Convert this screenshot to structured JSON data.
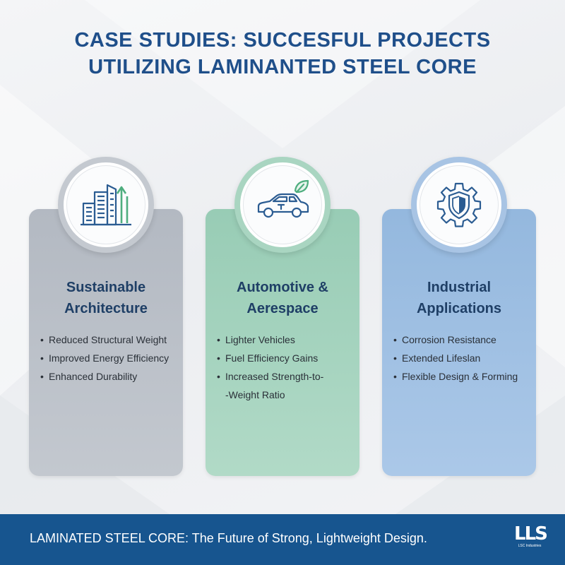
{
  "title": {
    "line1": "CASE STUDIES: SUCCESFUL PROJECTS",
    "line2": "UTILIZING LAMINANTED STEEL CORE"
  },
  "cards": [
    {
      "icon": "building-growth-icon",
      "title_line1": "Sustainable",
      "title_line2": "Architecture",
      "bullets": [
        "Reduced Structural Weight",
        "Improved Energy Efficiency",
        "Enhanced Durability"
      ]
    },
    {
      "icon": "eco-car-icon",
      "title_line1": "Automotive &",
      "title_line2": "Aerespace",
      "bullets": [
        "Lighter Vehicles",
        "Fuel Efficiency Gains",
        "Increased Strength-to-"
      ],
      "bullet_continuation": "-Weight Ratio"
    },
    {
      "icon": "gear-shield-icon",
      "title_line1": "Industrial",
      "title_line2": "Applications",
      "bullets": [
        "Corrosion Resistance",
        "Extended Lifeslan",
        "Flexible Design & Forming"
      ]
    }
  ],
  "footer": {
    "text": "LAMINATED STEEL CORE: The Future of Strong, Lightweight Design.",
    "logo_mark": "LLS",
    "logo_sub": "LSC Industries"
  },
  "colors": {
    "title": "#1f4f8a",
    "footer": "#17558f",
    "card_gray": "#b3b9c2",
    "card_green": "#98ccb5",
    "card_blue": "#94b8de",
    "icon_blue": "#2b5c92",
    "icon_green": "#4fae7f"
  }
}
